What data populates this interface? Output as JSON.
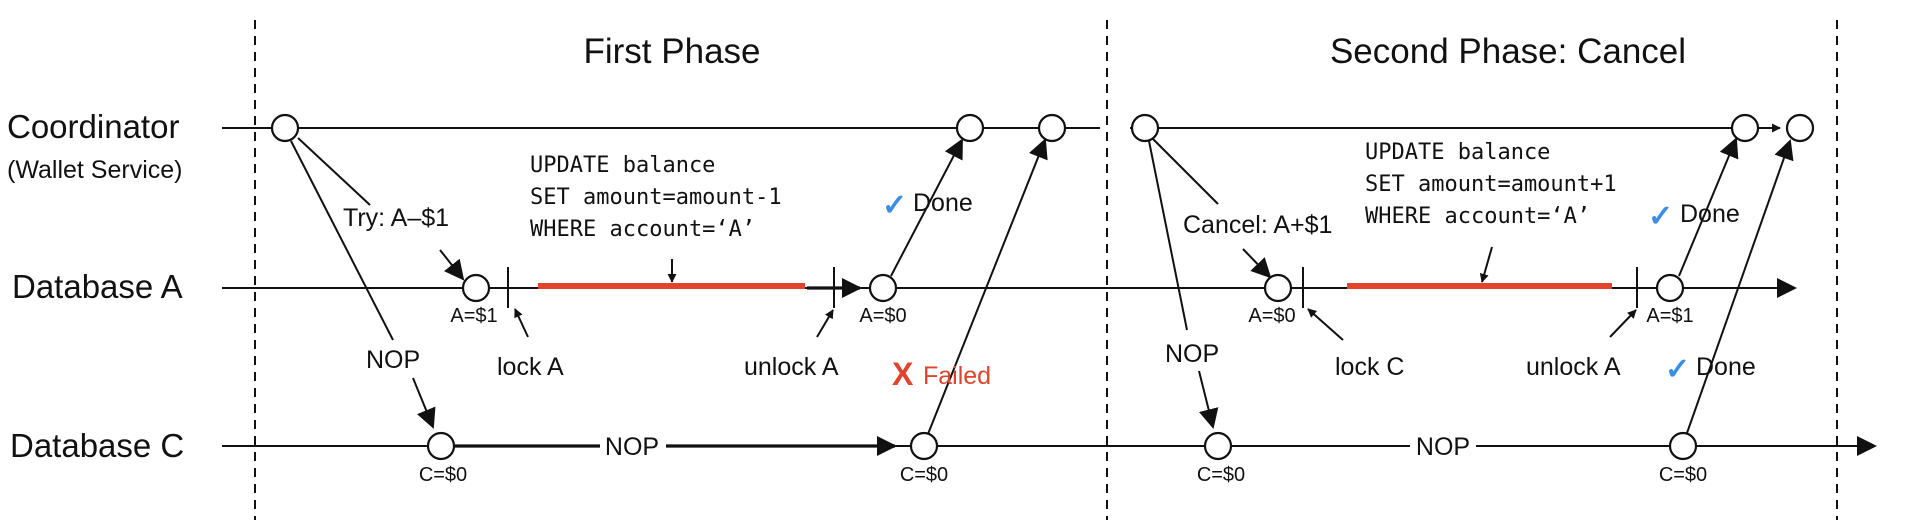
{
  "colors": {
    "lock_bar": "#e2432c",
    "failed": "#e2432c",
    "check": "#3a8ee6",
    "line": "#111111"
  },
  "phases": {
    "first": "First Phase",
    "second": "Second Phase: Cancel"
  },
  "lanes": {
    "coordinator": "Coordinator",
    "coordinator_sub": "(Wallet Service)",
    "database_a": "Database A",
    "database_c": "Database C"
  },
  "first_phase": {
    "try_msg": "Try: A–$1",
    "nop_msg": "NOP",
    "nop_mid": "NOP",
    "a_state_1": "A=$1",
    "a_state_2": "A=$0",
    "c_state_1": "C=$0",
    "c_state_2": "C=$0",
    "lock_label": "lock A",
    "unlock_label": "unlock A",
    "sql_1": "UPDATE balance",
    "sql_2": "SET amount=amount-1",
    "sql_3": "WHERE account=‘A’",
    "done_label": "Done",
    "failed_label": "Failed",
    "check_glyph": "✓",
    "cross_glyph": "X"
  },
  "second_phase": {
    "cancel_msg": "Cancel: A+$1",
    "nop_msg": "NOP",
    "nop_mid": "NOP",
    "a_state_1": "A=$0",
    "a_state_2": "A=$1",
    "c_state_1": "C=$0",
    "c_state_2": "C=$0",
    "lock_label": "lock C",
    "unlock_label": "unlock A",
    "sql_1": "UPDATE balance",
    "sql_2": "SET amount=amount+1",
    "sql_3": "WHERE account=‘A’",
    "done_a_label": "Done",
    "done_c_label": "Done",
    "check_glyph": "✓"
  }
}
